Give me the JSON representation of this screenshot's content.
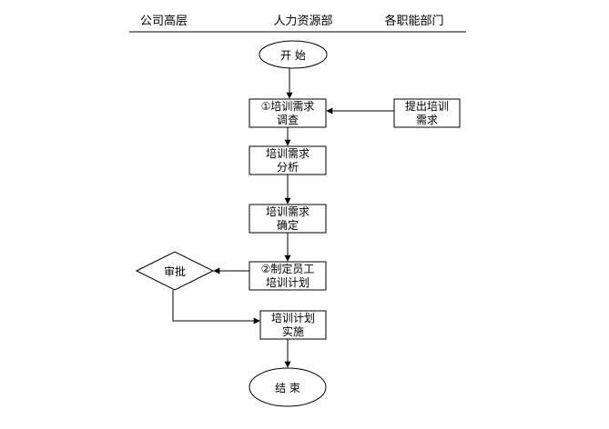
{
  "lanes": {
    "executives": "公司高层",
    "hr": "人力资源部",
    "departments": "各职能部门"
  },
  "nodes": {
    "start": "开  始",
    "needs_survey": [
      "①培训需求",
      "调查"
    ],
    "propose_needs": [
      "提出培训",
      "需求"
    ],
    "needs_analysis": [
      "培训需求",
      "分析"
    ],
    "needs_confirm": [
      "培训需求",
      "确定"
    ],
    "approve": "审批",
    "make_plan": [
      "②制定员工",
      "培训计划"
    ],
    "implement": [
      "培训计划",
      "实施"
    ],
    "end": "结  束"
  }
}
